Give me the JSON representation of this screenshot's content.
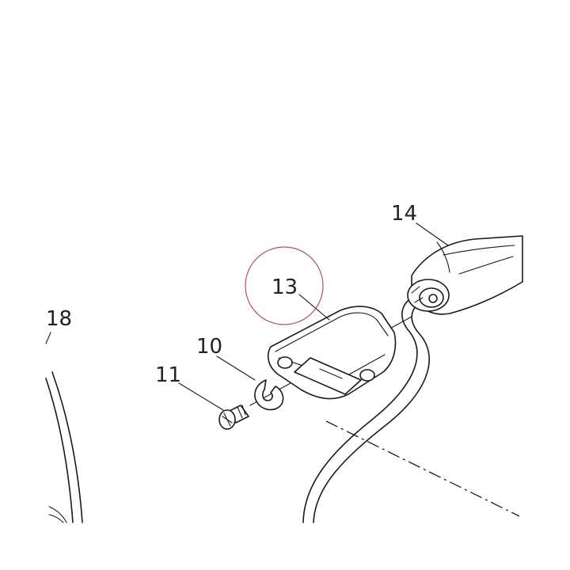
{
  "callouts": {
    "c18": "18",
    "c10": "10",
    "c11": "11",
    "c13": "13",
    "c14": "14"
  },
  "highlight": {
    "target": "13",
    "color": "#b0506a"
  }
}
